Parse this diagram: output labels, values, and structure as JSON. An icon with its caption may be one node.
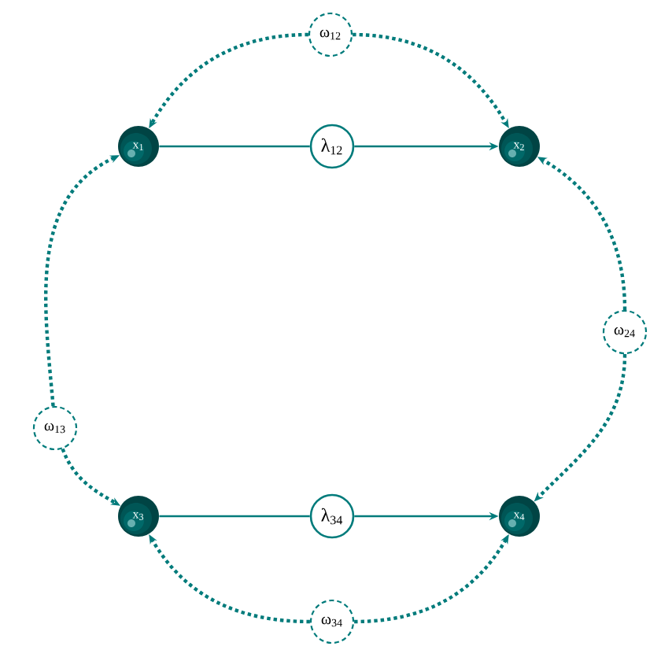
{
  "diagram": {
    "nodes": [
      {
        "text": [
          "x$_{1}$"
        ]
      },
      {
        "text": [
          "x$_{2}$"
        ]
      },
      {
        "text": [
          "x$_{3}$"
        ]
      },
      {
        "text": [
          "x$_{4}$"
        ]
      },
      {
        "text": [
          "λ$_{12}$"
        ]
      },
      {
        "text": [
          "λ$_{34}$"
        ]
      },
      {
        "text": [
          "ω$_{12}$"
        ]
      },
      {
        "text": [
          "ω$_{13}$"
        ]
      },
      {
        "text": [
          "ω$_{24}$"
        ]
      },
      {
        "text": [
          "ω$_{34}$"
        ]
      }
    ],
    "edges": [
      {
        "from": 0,
        "to": 4,
        "arrow": "none"
      },
      {
        "from": 4,
        "to": 1,
        "arrow": "to"
      },
      {
        "from": 2,
        "to": 5,
        "arrow": "none"
      },
      {
        "from": 5,
        "to": 3,
        "arrow": "to"
      },
      {
        "from": 6,
        "to": 0,
        "arrow": "to",
        "style": "dashed"
      },
      {
        "from": 6,
        "to": 1,
        "arrow": "to",
        "style": "dashed"
      },
      {
        "from": 7,
        "to": 0,
        "arrow": "to",
        "style": "dashed"
      },
      {
        "from": 7,
        "to": 2,
        "arrow": "to",
        "style": "dashed"
      },
      {
        "from": 8,
        "to": 1,
        "arrow": "to",
        "style": "dashed"
      },
      {
        "from": 8,
        "to": 3,
        "arrow": "to",
        "style": "dashed"
      },
      {
        "from": 9,
        "to": 2,
        "arrow": "to",
        "style": "dashed"
      },
      {
        "from": 9,
        "to": 3,
        "arrow": "to",
        "style": "dashed"
      }
    ]
  }
}
